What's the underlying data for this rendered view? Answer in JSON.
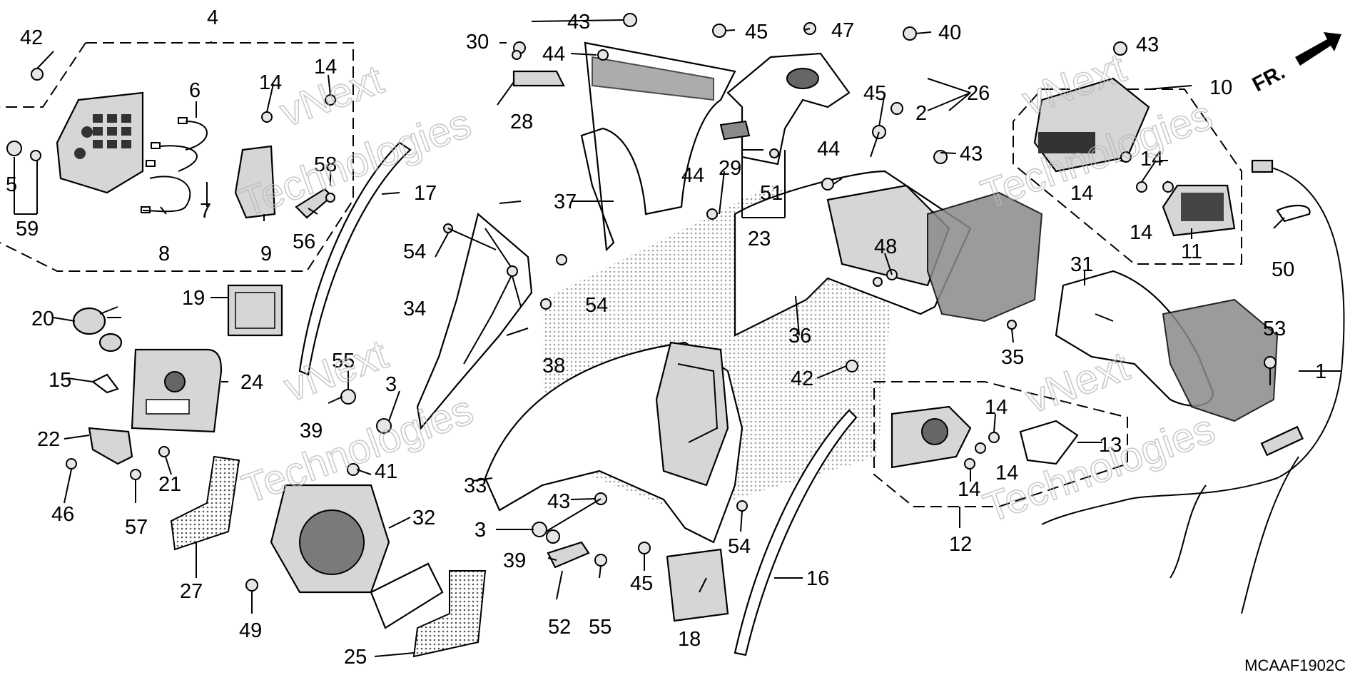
{
  "diagram": {
    "code": "MCAAF1902C",
    "direction_label": "FR.",
    "watermark": [
      "vNext",
      "Technologies"
    ],
    "callouts": [
      "1",
      "2",
      "3",
      "4",
      "5",
      "6",
      "7",
      "8",
      "9",
      "10",
      "11",
      "12",
      "13",
      "14",
      "15",
      "16",
      "17",
      "18",
      "19",
      "20",
      "21",
      "22",
      "23",
      "24",
      "25",
      "26",
      "27",
      "28",
      "29",
      "30",
      "31",
      "32",
      "33",
      "34",
      "35",
      "36",
      "37",
      "38",
      "39",
      "40",
      "41",
      "42",
      "43",
      "44",
      "45",
      "46",
      "47",
      "48",
      "49",
      "50",
      "51",
      "52",
      "53",
      "54",
      "55",
      "56",
      "57",
      "58",
      "59"
    ]
  }
}
